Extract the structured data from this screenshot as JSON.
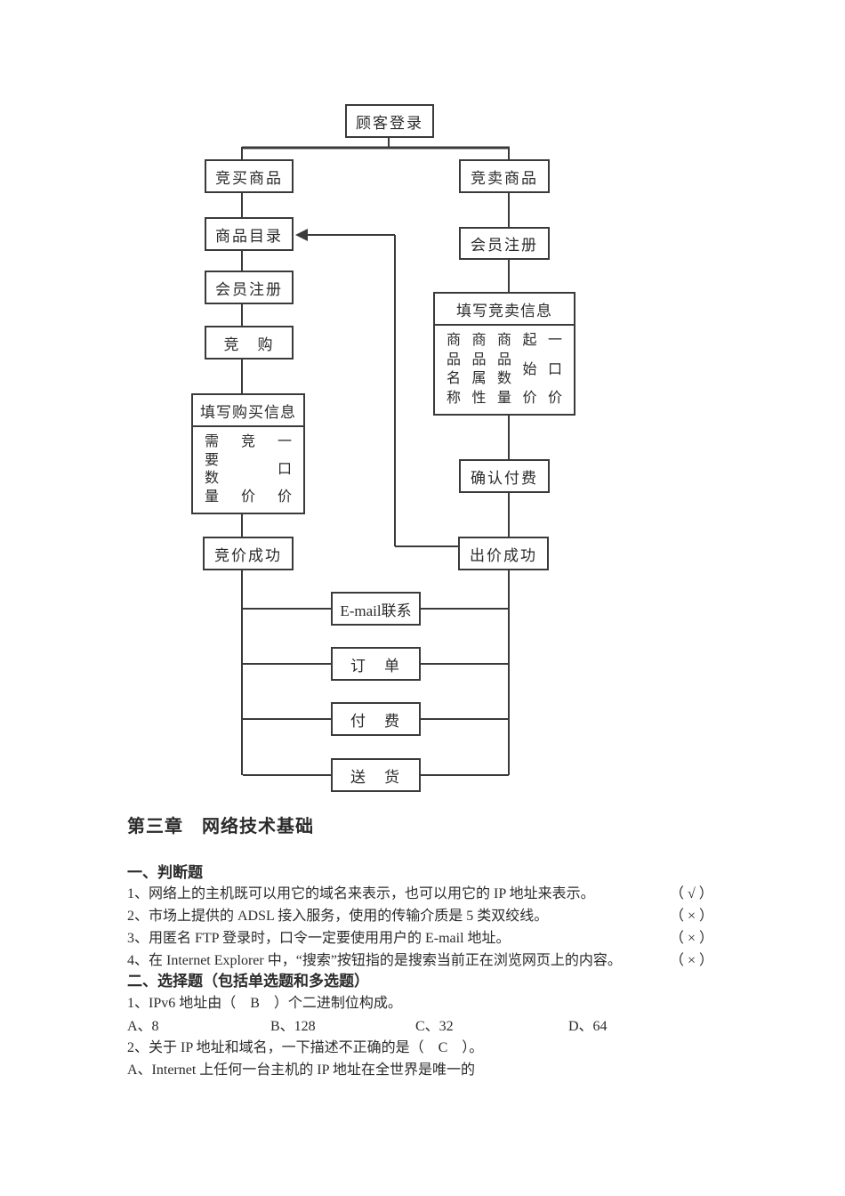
{
  "page": {
    "background": "#ffffff",
    "ink_color": "#3a3a3a"
  },
  "flowchart": {
    "nodes": {
      "login": "顾客登录",
      "bid_buy": "竞买商品",
      "bid_sell": "竞卖商品",
      "catalog": "商品目录",
      "member_left": "会员注册",
      "member_right": "会员注册",
      "bid_purchase": "竞　购",
      "fill_buy_title": "填写购买信息",
      "fill_buy_cols": [
        "需要数量",
        "竞价",
        "一口价"
      ],
      "fill_sell_title": "填写竞卖信息",
      "fill_sell_cols": [
        "商品名称",
        "商品属性",
        "商品数量",
        "起始价",
        "一口价"
      ],
      "confirm_pay": "确认付费",
      "bid_win_left": "竞价成功",
      "bid_win_right": "出价成功",
      "email_contact": "E-mail联系",
      "order": "订　单",
      "pay": "付　费",
      "deliver": "送　货"
    }
  },
  "content": {
    "chapter_title": "第三章　网络技术基础",
    "judgement": {
      "title": "一、判断题",
      "items": [
        {
          "text": "1、网络上的主机既可以用它的域名来表示，也可以用它的 IP 地址来表示。",
          "answer": "（ √ ）"
        },
        {
          "text": "2、市场上提供的 ADSL 接入服务，使用的传输介质是 5 类双绞线。",
          "answer": "（ × ）"
        },
        {
          "text": "3、用匿名 FTP 登录时，口令一定要使用用户的 E-mail 地址。",
          "answer": "（ × ）"
        },
        {
          "text": "4、在 Internet Explorer 中，“搜索”按钮指的是搜索当前正在浏览网页上的内容。",
          "answer": "（ × ）"
        }
      ]
    },
    "choice": {
      "title": "二、选择题（包括单选题和多选题）",
      "q1": "1、IPv6 地址由（　B　）个二进制位构成。",
      "q1_options": [
        "A、8",
        "B、128",
        "C、32",
        "D、64"
      ],
      "q2": "2、关于 IP 地址和域名，一下描述不正确的是（　C　）。",
      "q2_option_a": "A、Internet 上任何一台主机的 IP 地址在全世界是唯一的"
    }
  }
}
